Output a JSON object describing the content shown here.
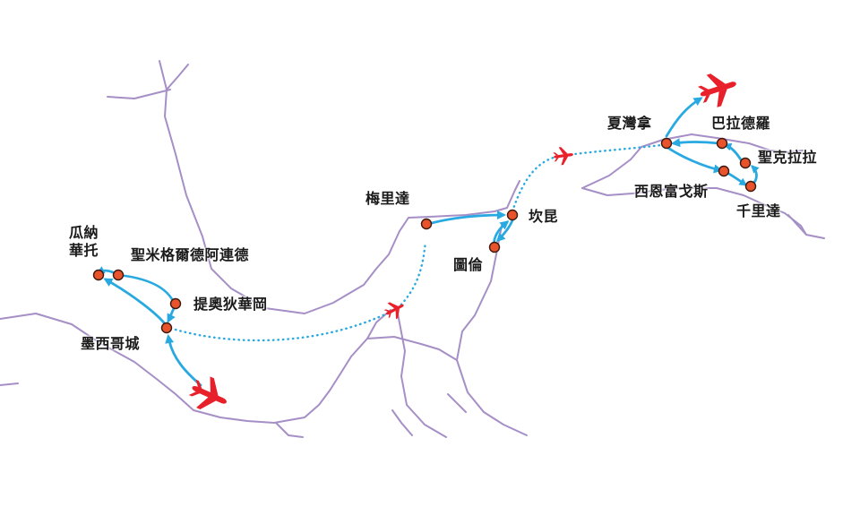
{
  "map": {
    "route_color": "#29a9e1",
    "stop_color": "#e8532b",
    "plane_color": "#e8202a",
    "border_color": "#a58fc6"
  },
  "labels": {
    "guanajuato_line1": "瓜納",
    "guanajuato_line2": "華托",
    "san_miguel": "聖米格爾德阿連德",
    "teotihuacan": "提奧狄華岡",
    "mexico_city": "墨西哥城",
    "merida": "梅里達",
    "cancun": "坎昆",
    "tulum": "圖倫",
    "havana": "夏灣拿",
    "pinar_del_rio": "巴拉德羅",
    "santa_clara": "聖克拉拉",
    "cienfuegos": "西恩富戈斯",
    "trinidad": "千里達"
  }
}
